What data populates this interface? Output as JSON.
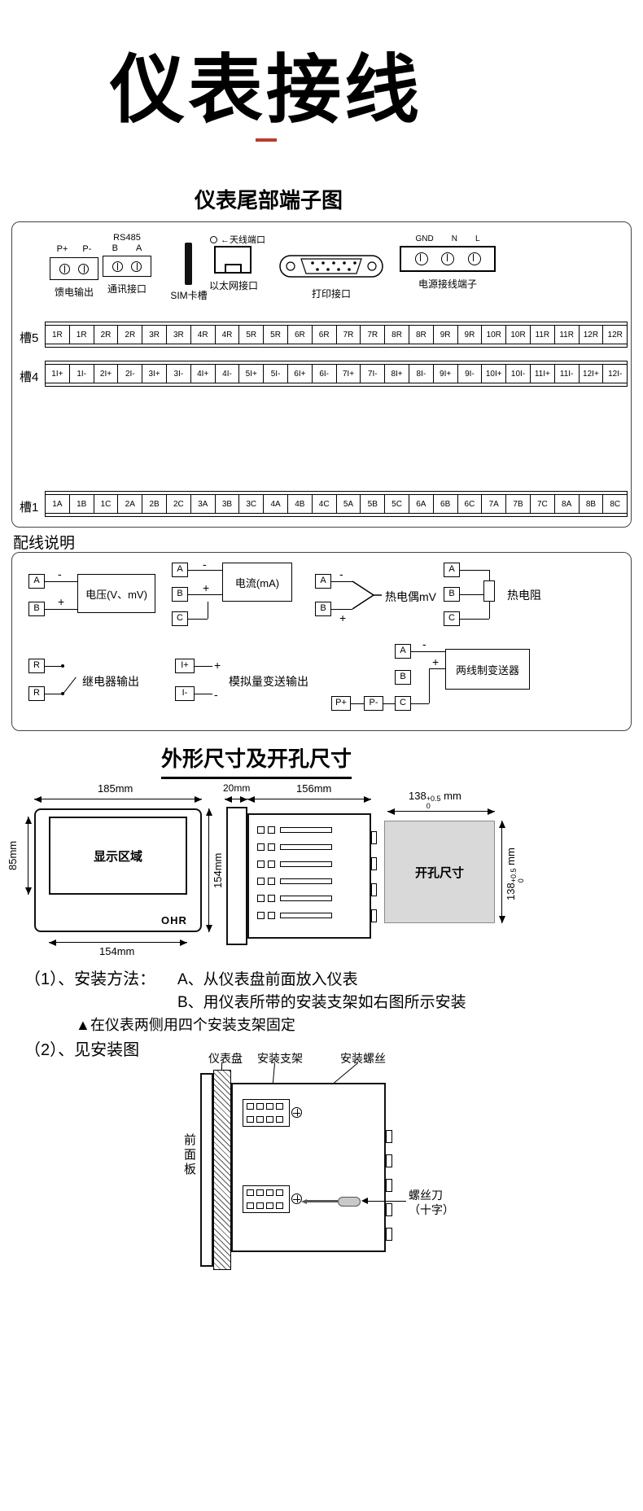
{
  "page": {
    "title": "仪表接线",
    "terminal_section_title": "仪表尾部端子图",
    "wiring_section_title": "配线说明",
    "dimensions_section_title": "外形尺寸及开孔尺寸"
  },
  "connectors": {
    "feed": {
      "label": "馈电输出",
      "t1": "P+",
      "t2": "P-"
    },
    "comm": {
      "label": "通讯接口",
      "bus": "RS485",
      "t1": "B",
      "t2": "A"
    },
    "sim": {
      "label": "SIM卡槽"
    },
    "eth": {
      "label": "以太网接口",
      "note": "←天线端口"
    },
    "print": {
      "label": "打印接口"
    },
    "power": {
      "label": "电源接线端子",
      "t1": "GND",
      "t2": "N",
      "t3": "L"
    }
  },
  "slots": {
    "s5": {
      "name": "槽5",
      "cells": [
        "1R",
        "1R",
        "2R",
        "2R",
        "3R",
        "3R",
        "4R",
        "4R",
        "5R",
        "5R",
        "6R",
        "6R",
        "7R",
        "7R",
        "8R",
        "8R",
        "9R",
        "9R",
        "10R",
        "10R",
        "11R",
        "11R",
        "12R",
        "12R"
      ]
    },
    "s4": {
      "name": "槽4",
      "cells": [
        "1I+",
        "1I-",
        "2I+",
        "2I-",
        "3I+",
        "3I-",
        "4I+",
        "4I-",
        "5I+",
        "5I-",
        "6I+",
        "6I-",
        "7I+",
        "7I-",
        "8I+",
        "8I-",
        "9I+",
        "9I-",
        "10I+",
        "10I-",
        "11I+",
        "11I-",
        "12I+",
        "12I-"
      ]
    },
    "s1": {
      "name": "槽1",
      "cells": [
        "1A",
        "1B",
        "1C",
        "2A",
        "2B",
        "2C",
        "3A",
        "3B",
        "3C",
        "4A",
        "4B",
        "4C",
        "5A",
        "5B",
        "5C",
        "6A",
        "6B",
        "6C",
        "7A",
        "7B",
        "7C",
        "8A",
        "8B",
        "8C"
      ]
    }
  },
  "wiring": {
    "voltage": {
      "t1": "A",
      "t2": "B",
      "s1": "-",
      "s2": "+",
      "label": "电压(V、mV)"
    },
    "current": {
      "t1": "A",
      "t2": "B",
      "t3": "C",
      "s1": "-",
      "s2": "+",
      "label": "电流(mA)"
    },
    "thermocouple": {
      "t1": "A",
      "t2": "B",
      "s1": "-",
      "s2": "+",
      "label": "热电偶mV"
    },
    "rtd": {
      "t1": "A",
      "t2": "B",
      "t3": "C",
      "label": "热电阻"
    },
    "relay": {
      "t1": "R",
      "t2": "R",
      "label": "继电器输出"
    },
    "analog": {
      "t1": "I+",
      "t2": "I-",
      "s1": "+",
      "s2": "-",
      "label": "模拟量变送输出"
    },
    "two_wire": {
      "t1": "A",
      "t2": "B",
      "t3": "C",
      "p1": "P+",
      "p2": "P-",
      "s1": "-",
      "s2": "+",
      "label": "两线制变送器"
    }
  },
  "dims": {
    "front_width": "185mm",
    "display_height": "85mm",
    "front_height": "154mm",
    "front_bottom": "154mm",
    "display_label": "显示区域",
    "brand": "OHR",
    "bezel_depth": "20mm",
    "body_depth": "156mm",
    "cut_val": "138",
    "cut_sup": "+0.5",
    "cut_sub": "0",
    "cut_unit": "mm",
    "cut_label": "开孔尺寸"
  },
  "install": {
    "step1_label": "（1）、安装方法：",
    "step1_a": "A、从仪表盘前面放入仪表",
    "step1_b": "B、用仪表所带的安装支架如右图所示安装",
    "note": "▲在仪表两侧用四个安装支架固定",
    "step2": "（2）、见安装图",
    "labels": {
      "panel": "仪表盘",
      "bracket": "安装支架",
      "screw": "安装螺丝",
      "front_panel": "前面板",
      "screwdriver1": "螺丝刀",
      "screwdriver2": "（十字）"
    }
  }
}
